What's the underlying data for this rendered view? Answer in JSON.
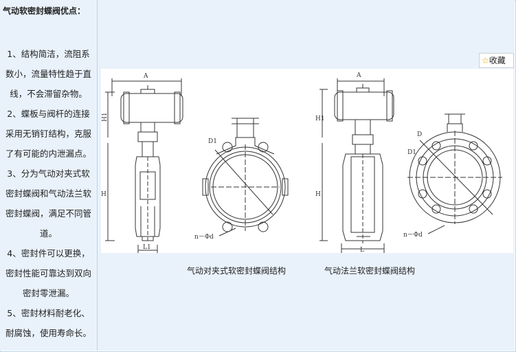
{
  "advantages": {
    "heading": "气动软密封蝶阀优点：",
    "items": [
      "1、结构简洁，流阻系数小，流量特性趋于直线，不会滞留杂物。",
      "2、蝶板与阀杆的连接采用无销钉结构，克服了有可能的内泄漏点。",
      "3、分为气动对夹式软密封蝶阀和气动法兰软密封蝶阀，满足不同管道。",
      "4、密封件可以更换，密封性能可靠达到双向密封零泄漏。",
      "5、密封材料耐老化、耐腐蚀，使用寿命长。"
    ]
  },
  "favorite_button": {
    "label": "收藏",
    "icon": "star-icon"
  },
  "drawing": {
    "labels": {
      "a": "A",
      "h1": "H1",
      "h": "H",
      "l1": "L1",
      "l": "L",
      "d1": "D1",
      "d": "D",
      "bolt_holes": "n－Φd"
    }
  },
  "captions": {
    "wafer": "气动对夹式软密封蝶阀结构",
    "flange": "气动法兰软密封蝶阀结构"
  },
  "colors": {
    "panel_bg": "#e9f2fb",
    "border": "#b9d3ea",
    "star": "#e0a000"
  }
}
